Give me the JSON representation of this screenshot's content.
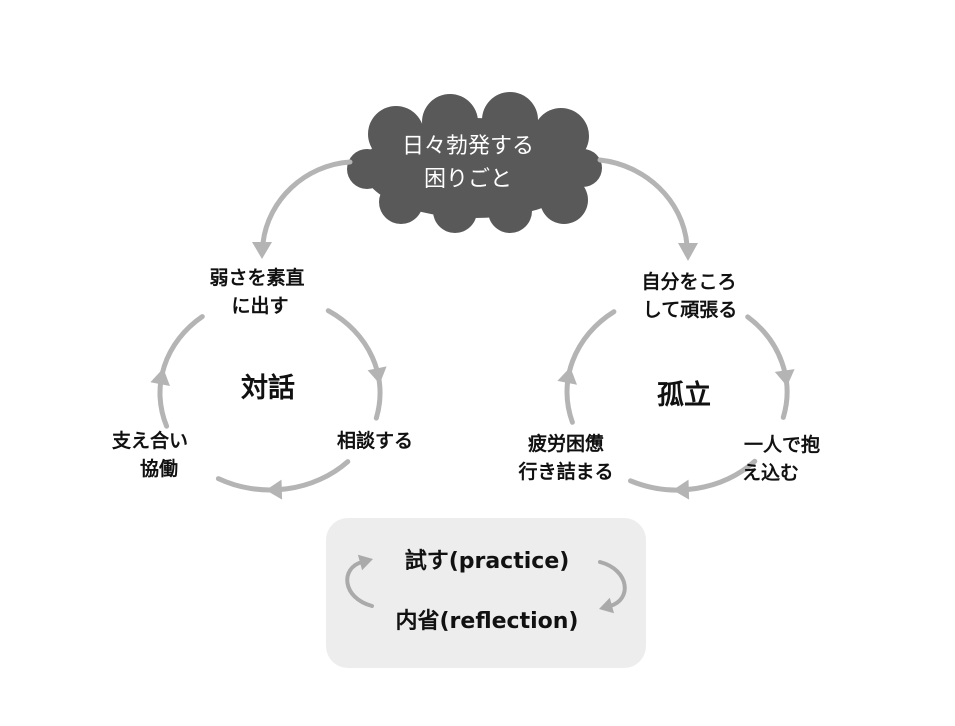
{
  "cloud": {
    "line1": "日々勃発する",
    "line2": "困りごと"
  },
  "dialogue_cycle": {
    "center_label": "対話",
    "node_top": {
      "line1": "弱さを素直",
      "line2": "に出す"
    },
    "node_right": {
      "line1": "相談する"
    },
    "node_left": {
      "line1": "支え合い",
      "line2": "協働"
    }
  },
  "isolation_cycle": {
    "center_label": "孤立",
    "node_top": {
      "line1": "自分をころ",
      "line2": "して頑張る"
    },
    "node_right": {
      "line1": "一人で抱",
      "line2": "え込む"
    },
    "node_left": {
      "line1": "疲労困憊",
      "line2": "行き詰まる"
    }
  },
  "practice_box": {
    "top_label": "試す(practice)",
    "bottom_label": "内省(reflection)"
  },
  "colors": {
    "cloud_fill": "#595959",
    "cloud_text": "#ffffff",
    "arrow": "#b4b4b4",
    "box_fill": "#ededed",
    "text": "#111111"
  }
}
